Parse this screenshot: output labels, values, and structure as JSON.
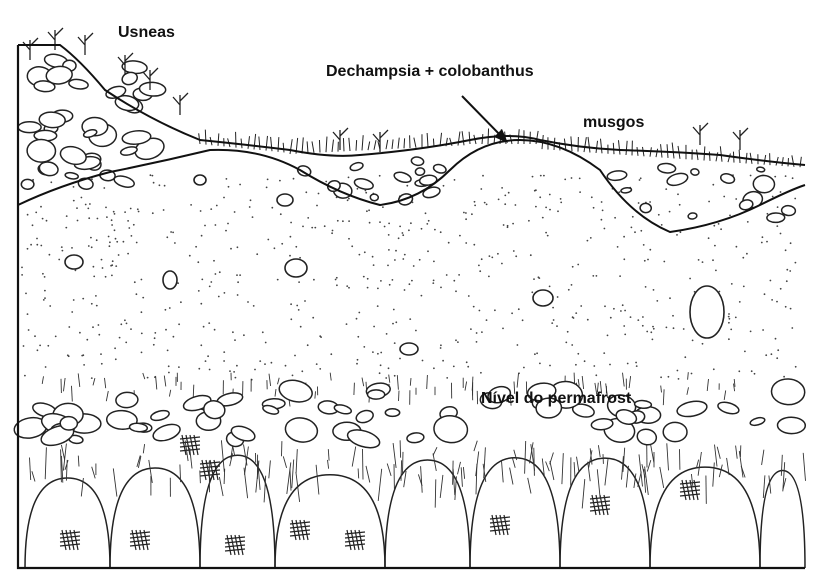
{
  "diagram": {
    "labels": {
      "usneas": "Usneas",
      "dechampsia": "Dechampsia + colobanthus",
      "musgos": "musgos",
      "permafrost": "Nível do permafrost"
    }
  }
}
